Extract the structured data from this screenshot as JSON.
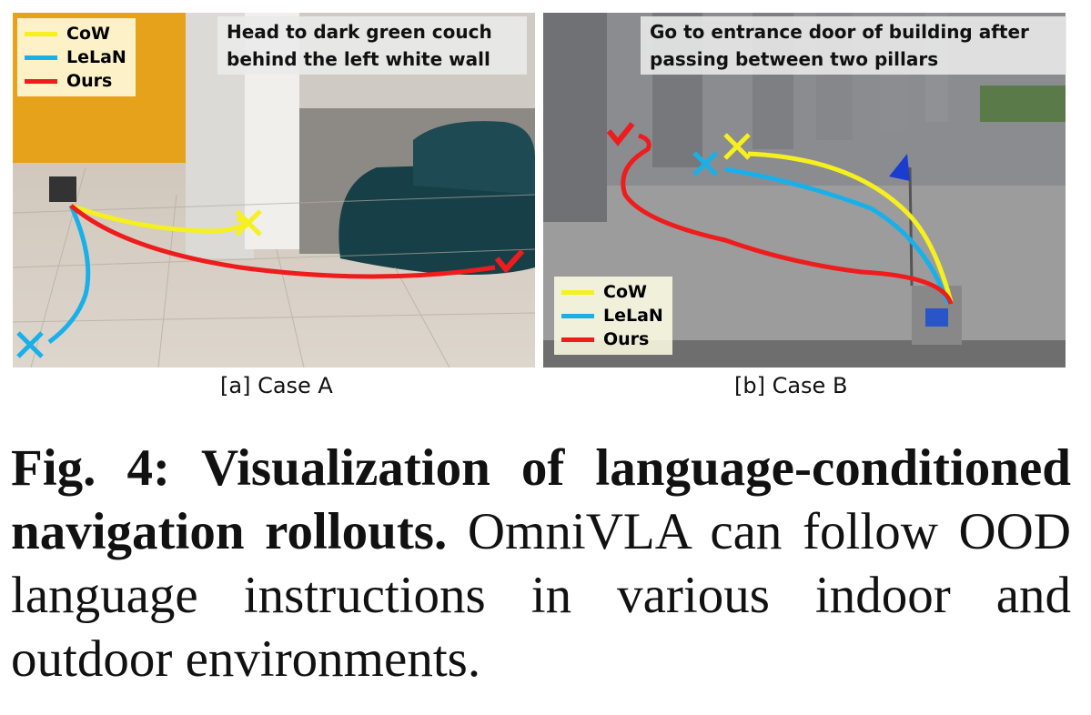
{
  "panel_a": {
    "instruction": "Head to dark green couch behind the left white wall",
    "legend": [
      {
        "label": "CoW",
        "color": "#f5f01e"
      },
      {
        "label": "LeLaN",
        "color": "#19b0ea"
      },
      {
        "label": "Ours",
        "color": "#ee1c1c"
      }
    ],
    "subcaption": "[a] Case A"
  },
  "panel_b": {
    "instruction": "Go to entrance door of building after passing between two pillars",
    "legend": [
      {
        "label": "CoW",
        "color": "#f5f01e"
      },
      {
        "label": "LeLaN",
        "color": "#19b0ea"
      },
      {
        "label": "Ours",
        "color": "#ee1c1c"
      }
    ],
    "subcaption": "[b] Case B"
  },
  "caption": {
    "label": "Fig. 4:",
    "title": "Visualization of language-conditioned navigation rollouts.",
    "body": "OmniVLA can follow OOD language instructions in various indoor and outdoor environments."
  }
}
